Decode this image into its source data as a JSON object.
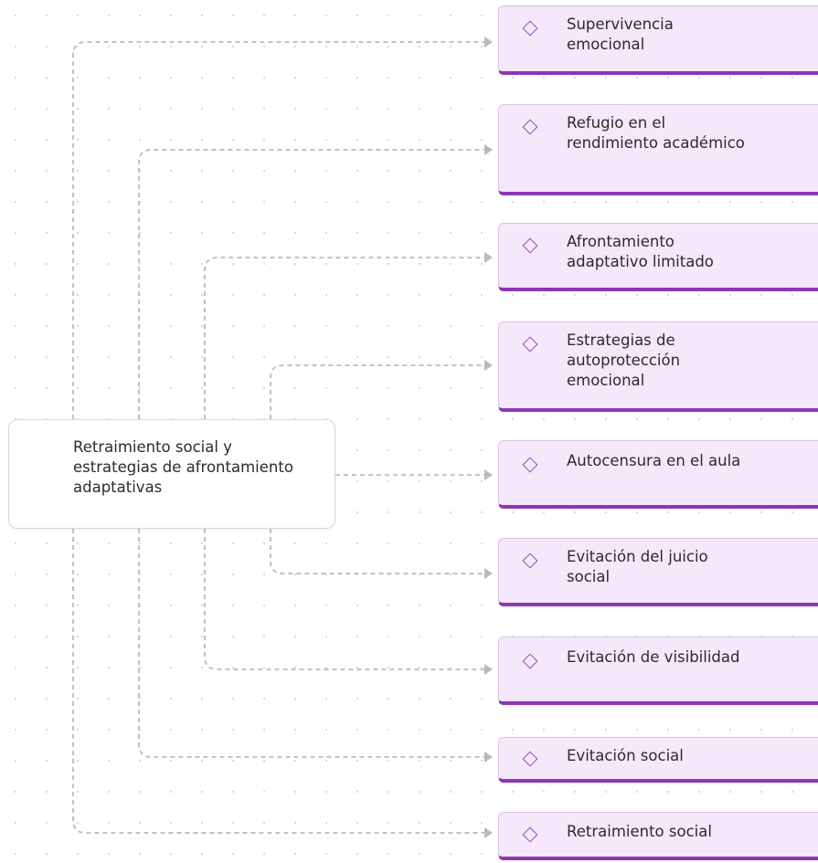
{
  "diagram": {
    "root": {
      "label": "Retraimiento social y estrategias de afrontamiento adaptativas"
    },
    "children": [
      {
        "id": "c1",
        "label": "Supervivencia\nemocional"
      },
      {
        "id": "c2",
        "label": "Refugio en el\nrendimiento académico"
      },
      {
        "id": "c3",
        "label": "Afrontamiento\nadaptativo limitado"
      },
      {
        "id": "c4",
        "label": "Estrategias de\nautoprotección\nemocional"
      },
      {
        "id": "c5",
        "label": "Autocensura en el aula"
      },
      {
        "id": "c6",
        "label": "Evitación del juicio\nsocial"
      },
      {
        "id": "c7",
        "label": "Evitación de visibilidad"
      },
      {
        "id": "c8",
        "label": "Evitación social"
      },
      {
        "id": "c9",
        "label": "Retraimiento social"
      }
    ]
  },
  "colors": {
    "node_fill": "#f4e8fa",
    "node_accent": "#8e35b4",
    "icon_stroke": "#9b45c0",
    "connector": "#b9b9c2",
    "text": "#2b2b2b"
  },
  "icons": {
    "child_marker": "diamond-outline-icon",
    "connector_end": "arrowhead-icon"
  }
}
